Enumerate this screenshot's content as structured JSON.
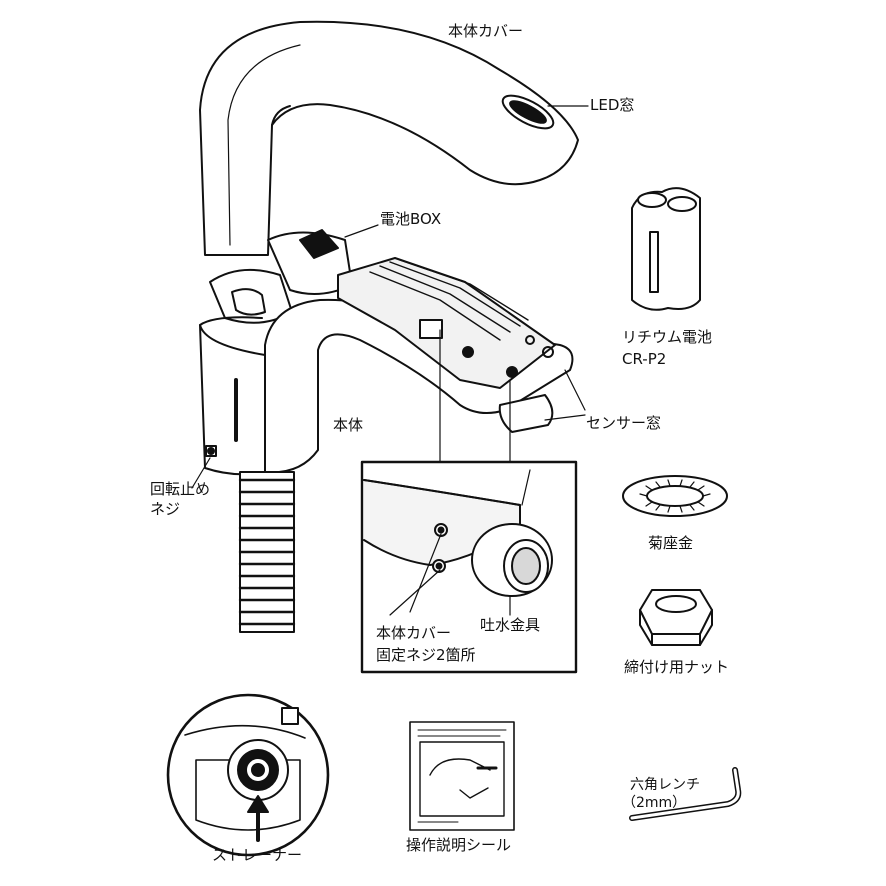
{
  "labels": {
    "body_cover": "本体カバー",
    "led_window": "LED窓",
    "battery_box": "電池BOX",
    "lithium_battery_line1": "リチウム電池",
    "lithium_battery_line2": "CR-P2",
    "main_body": "本体",
    "sensor_window": "センサー窓",
    "rotation_stop_screw_line1": "回転止め",
    "rotation_stop_screw_line2": "ネジ",
    "chrysanthemum_washer": "菊座金",
    "cover_fixing_screws_line1": "本体カバー",
    "cover_fixing_screws_line2": "固定ネジ2箇所",
    "spout_fitting": "吐水金具",
    "tightening_nut": "締付け用ナット",
    "hex_wrench_line1": "六角レンチ",
    "hex_wrench_line2": "（2mm）",
    "strainer": "ストレーナー",
    "operation_sticker": "操作説明シール"
  },
  "colors": {
    "ink": "#111111",
    "paper": "#ffffff",
    "shade": "#d8d8d8",
    "dark_shade": "#8a8a8a"
  }
}
